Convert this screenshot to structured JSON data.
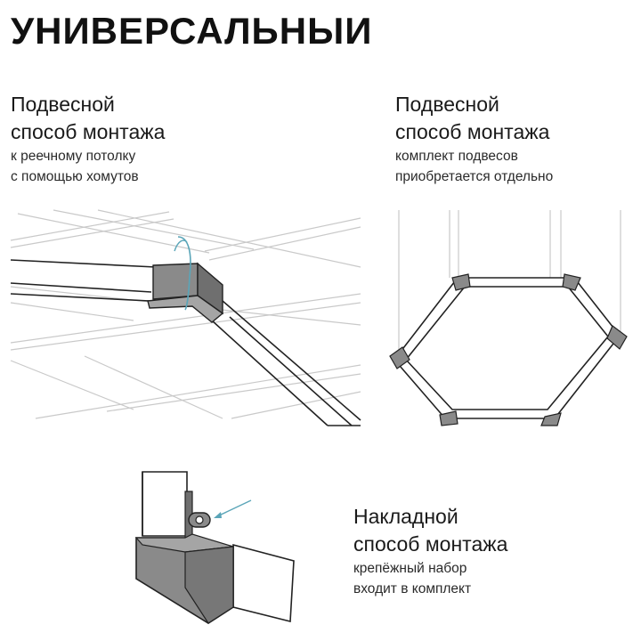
{
  "title": "УНИВЕРСАЛЬНЫИ",
  "sections": [
    {
      "heading_line1": "Подвесной",
      "heading_line2": "способ монтажа",
      "sub_line1": "к реечному потолку",
      "sub_line2": "с помощью хомутов"
    },
    {
      "heading_line1": "Подвесной",
      "heading_line2": "способ монтажа",
      "sub_line1": "комплект подвесов",
      "sub_line2": "приобретается отдельно"
    },
    {
      "heading_line1": "Накладной",
      "heading_line2": "способ монтажа",
      "sub_line1": "крепёжный набор",
      "sub_line2": "входит в комплект"
    }
  ],
  "colors": {
    "connector_gray": "#8a8a8a",
    "accent_arrow": "#5aa5b8",
    "grid_line": "#c9c9c9"
  }
}
